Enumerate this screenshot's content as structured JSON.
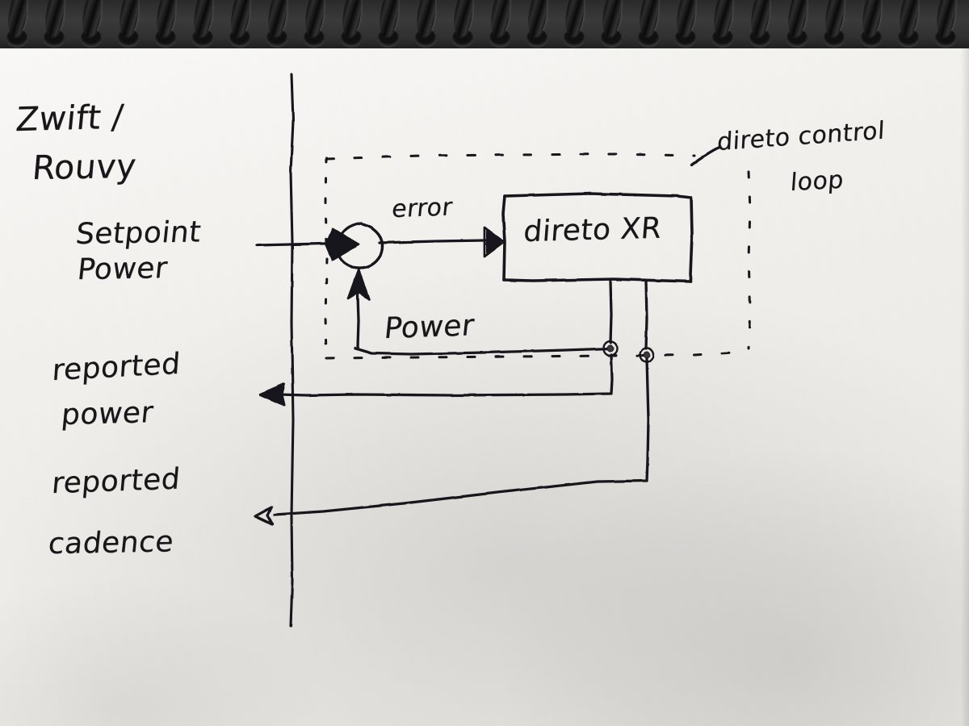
{
  "scene": {
    "medium": "hand-drawn marker sketch on a spiral-bound white notepad",
    "surface": "wooden desk visible above the black spiral binding"
  },
  "diagram": {
    "title": "direto control loop block diagram",
    "app_label": {
      "line1": "Zwift /",
      "line2": "Rouvy"
    },
    "signals": {
      "setpoint": {
        "line1": "Setpoint",
        "line2": "Power"
      },
      "error": "error",
      "feedback_power": "Power",
      "reported_power": {
        "line1": "reported",
        "line2": "power"
      },
      "reported_cadence": {
        "line1": "reported",
        "line2": "cadence"
      }
    },
    "block": {
      "label": "direto XR"
    },
    "loop_annotation": {
      "line1": "direto control",
      "line2": "loop"
    },
    "elements": {
      "summing_junction": "summing-junction-circle",
      "boundary_line": "vertical-system-boundary",
      "loop_boundary": "dashed-control-loop-boundary",
      "junction_dot_power": "power-tap-junction",
      "junction_dot_cadence": "cadence-tap-junction"
    }
  },
  "colors": {
    "ink": "#17171a",
    "paper": "#f4f2ef",
    "binding": "#2a2a2a",
    "desk": "#8a5530"
  }
}
